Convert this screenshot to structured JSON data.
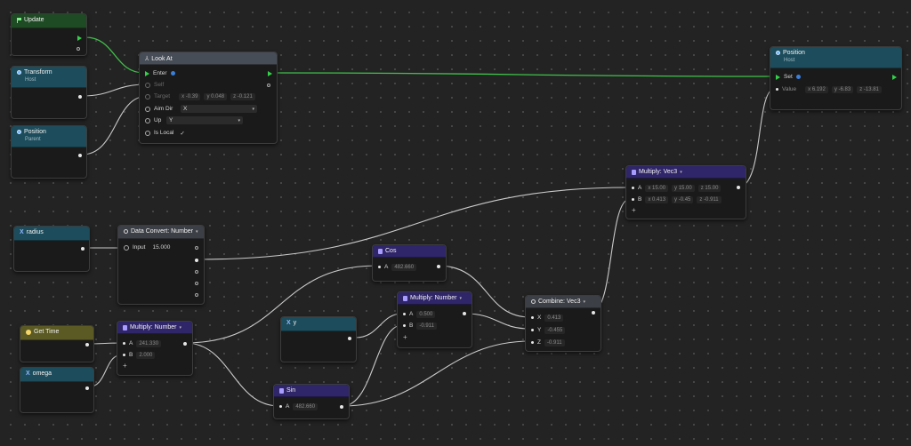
{
  "nodes": {
    "update": {
      "title": "Update"
    },
    "transform": {
      "title": "Transform",
      "sub": "Host"
    },
    "position_parent": {
      "title": "Position",
      "sub": "Parent"
    },
    "lookat": {
      "title": "Look At",
      "enter": "Enter",
      "self": "Self",
      "target": "Target",
      "target_x": "-0.39",
      "target_y": "0.048",
      "target_z": "-0.121",
      "aimdir": "Aim Dir",
      "aimdir_val": "X",
      "up": "Up",
      "up_val": "Y",
      "islocal": "Is Local",
      "check": "✓"
    },
    "position_host": {
      "title": "Position",
      "sub": "Host",
      "set": "Set",
      "value": "Value",
      "vx": "6.192",
      "vy": "-6.83",
      "vz": "-13.81"
    },
    "multiply_vec3": {
      "title": "Multiply: Vec3",
      "a": "A",
      "ax": "15.00",
      "ay": "15.00",
      "az": "15.00",
      "b": "B",
      "bx": "0.413",
      "by": "-0.45",
      "bz": "-0.911",
      "plus": "+"
    },
    "radius": {
      "title": "radius"
    },
    "data_convert": {
      "title": "Data Convert: Number",
      "input": "Input",
      "input_val": "15.000"
    },
    "cos": {
      "title": "Cos",
      "a": "A",
      "a_val": "482.660"
    },
    "multiply_number_b": {
      "title": "Multiply: Number",
      "a": "A",
      "a_val": "0.500",
      "b": "B",
      "b_val": "-0.911",
      "plus": "+"
    },
    "combine_vec3": {
      "title": "Combine: Vec3",
      "x": "X",
      "x_val": "0.413",
      "y": "Y",
      "y_val": "-0.455",
      "z": "Z",
      "z_val": "-0.911"
    },
    "y": {
      "title": "y"
    },
    "get_time": {
      "title": "Get Time"
    },
    "multiply_number_a": {
      "title": "Multiply: Number",
      "a": "A",
      "a_val": "241.330",
      "b": "B",
      "b_val": "2.000",
      "plus": "+"
    },
    "omega": {
      "title": "omega"
    },
    "sin": {
      "title": "Sin",
      "a": "A",
      "a_val": "482.660"
    }
  },
  "colors": {
    "exec_wire": "#3fc24a",
    "data_wire": "#c9c9c9",
    "header_teal": "#1d4d5c",
    "header_purple": "#2f2569",
    "header_green": "#1e4a24",
    "header_olive": "#5b5a24"
  },
  "icons": {
    "update": "flag-icon",
    "transform": "object-icon",
    "lookat": "look-at-icon",
    "vars": "variable-icon",
    "math": "calculator-icon",
    "combine": "gear-icon",
    "time": "clock-icon"
  }
}
